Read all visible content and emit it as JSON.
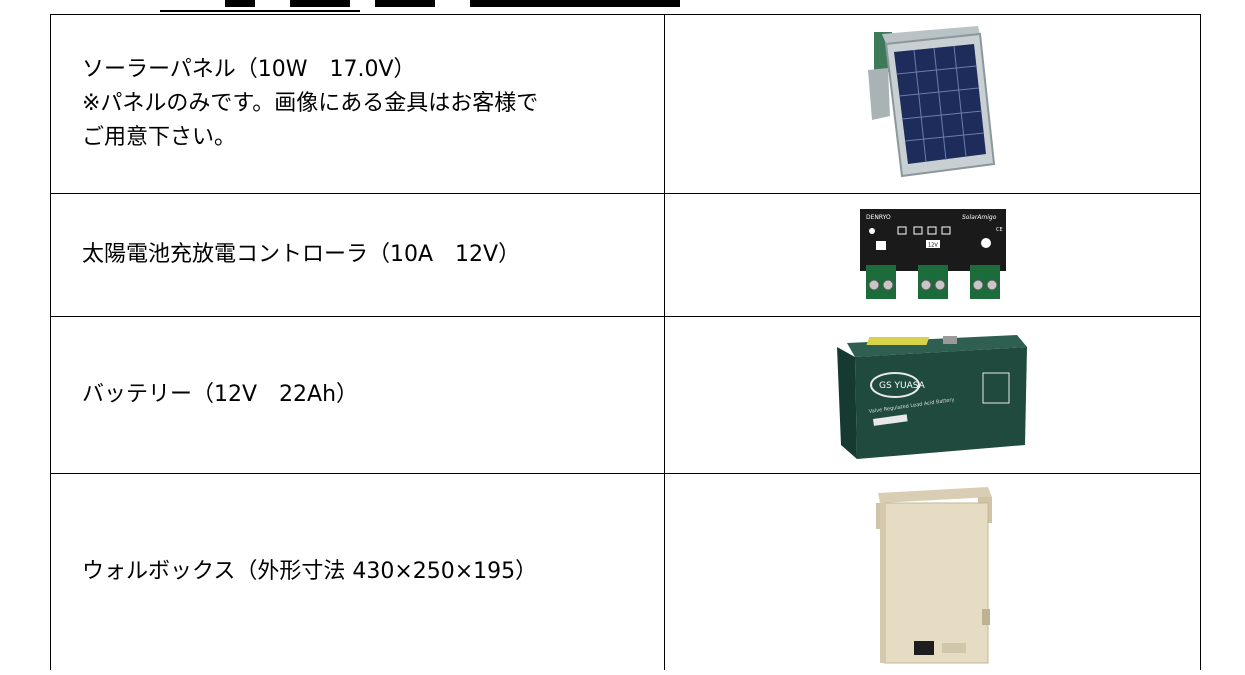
{
  "items": [
    {
      "lines": [
        "ソーラーパネル（10W　17.0V）",
        "※パネルのみです。画像にある金具はお客様で",
        "ご用意下さい。"
      ],
      "image_icon": "solar-panel-photo"
    },
    {
      "lines": [
        "太陽電池充放電コントローラ（10A　12V）"
      ],
      "image_icon": "charge-controller-photo",
      "device_text": {
        "brand": "DENRYO",
        "model": "SolarAmigo",
        "volt": "12V",
        "ce": "CE"
      }
    },
    {
      "lines": [
        "バッテリー（12V　22Ah）"
      ],
      "image_icon": "battery-photo",
      "device_text": {
        "brand": "GS YUASA",
        "subtitle": "Valve Regulated Lead Acid Battery"
      }
    },
    {
      "lines": [
        "ウォルボックス（外形寸法 430×250×195）"
      ],
      "image_icon": "wall-box-photo"
    }
  ],
  "colors": {
    "border": "#000000",
    "battery_case": "#1f4a3d",
    "box_beige": "#e6dcc4"
  }
}
